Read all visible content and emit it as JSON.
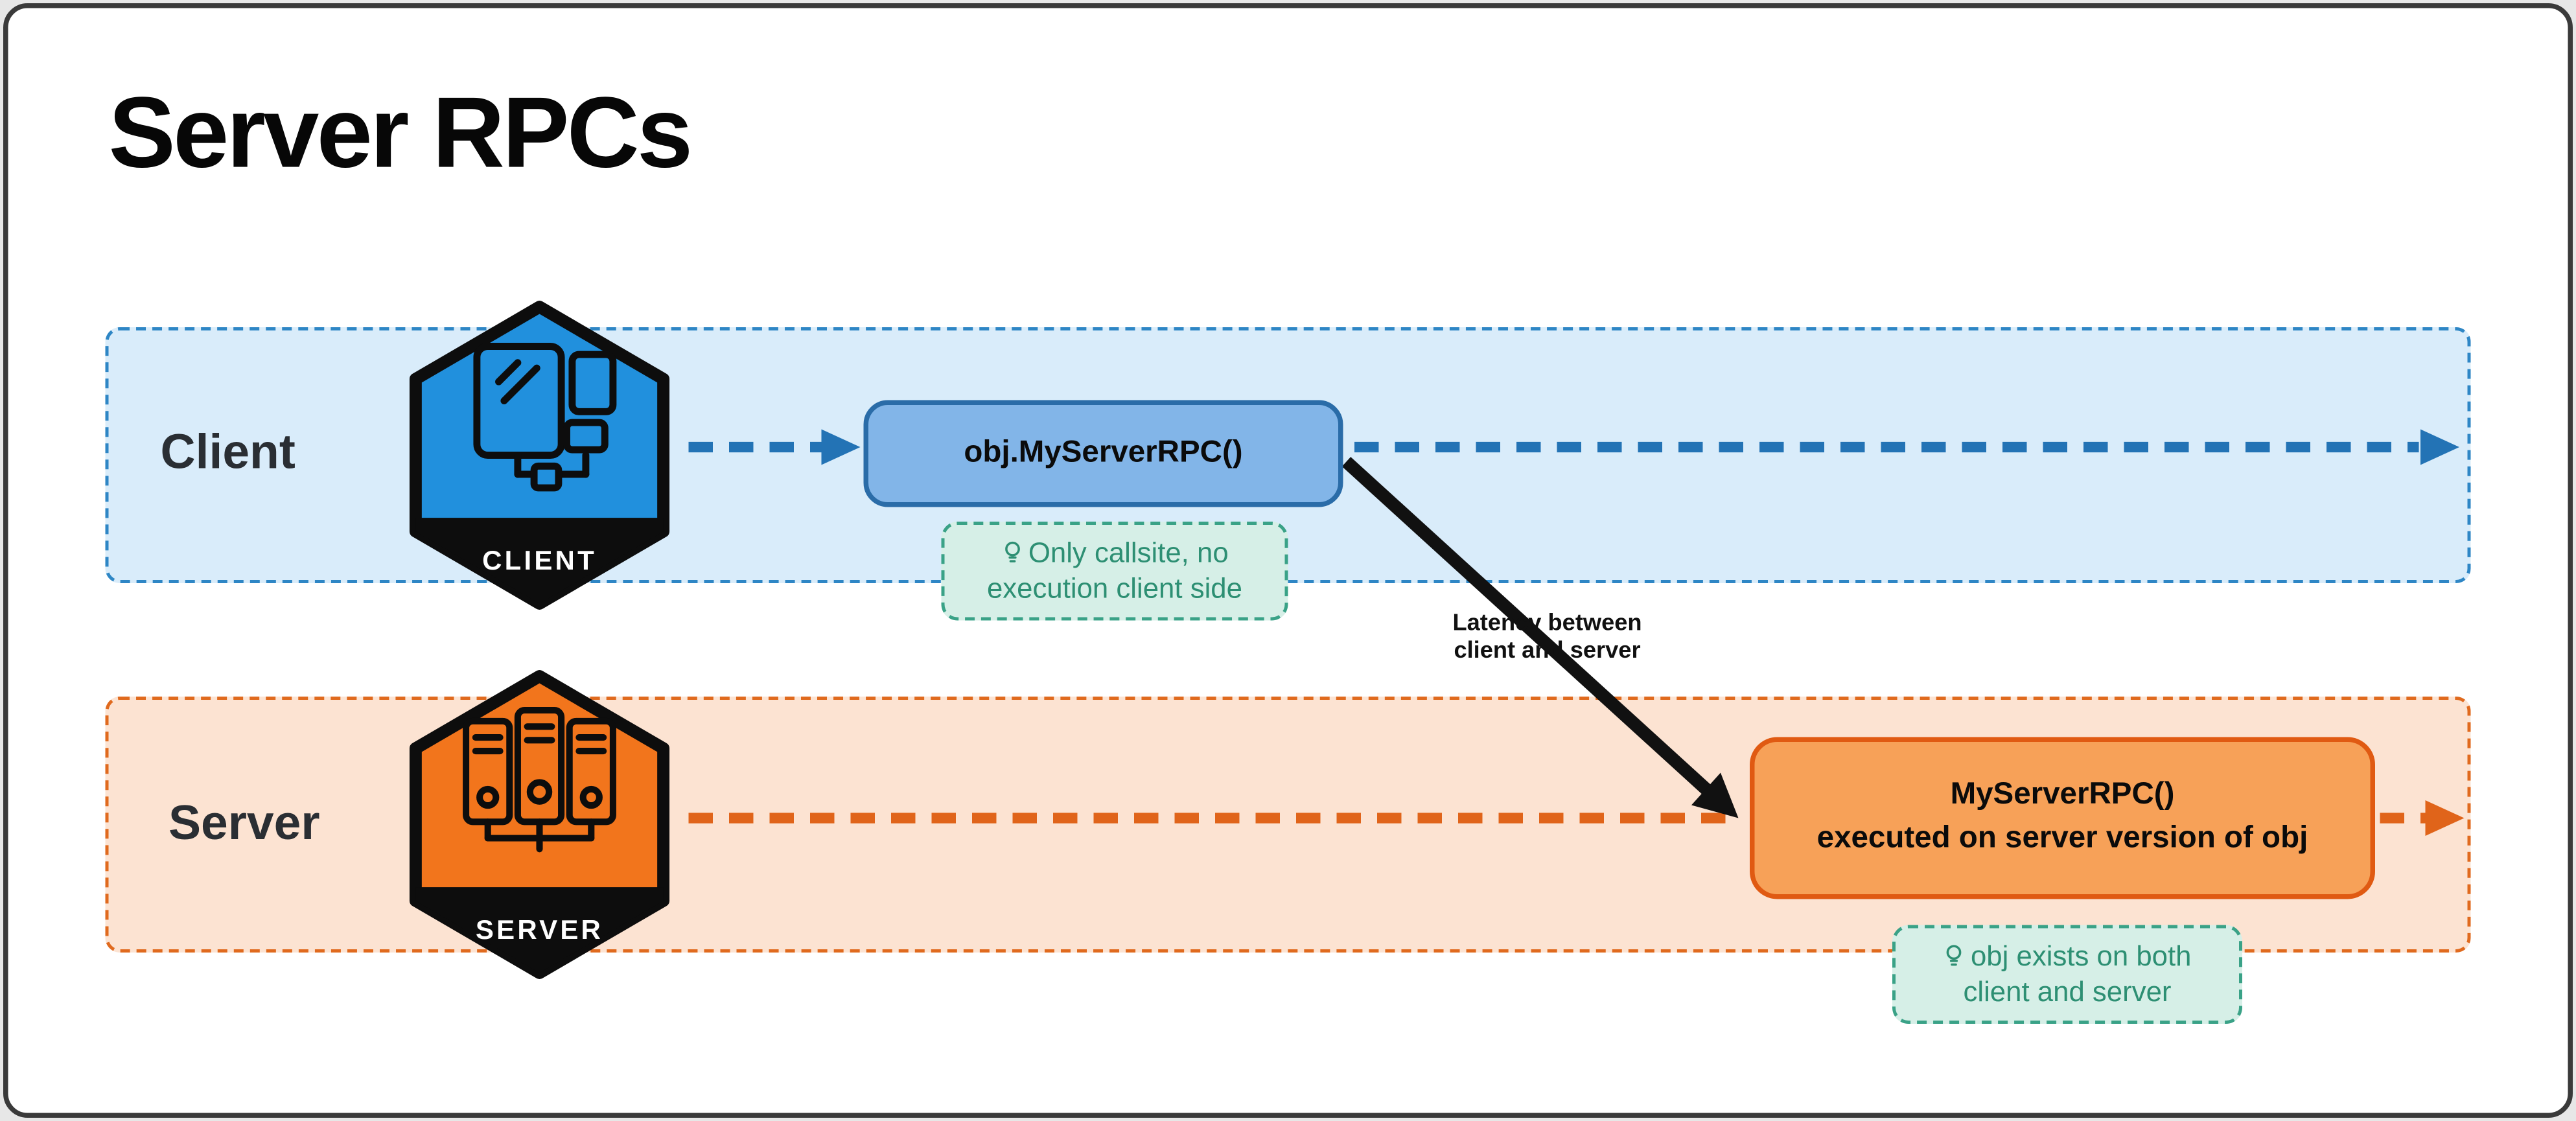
{
  "page": {
    "title": "Server RPCs"
  },
  "lanes": {
    "client": {
      "label": "Client",
      "badge": "CLIENT",
      "call_box": "obj.MyServerRPC()",
      "note_line1": "Only callsite, no",
      "note_line2": "execution client side"
    },
    "server": {
      "label": "Server",
      "badge": "SERVER",
      "exec_line1": "MyServerRPC()",
      "exec_line2": "executed on server version of obj",
      "note_line1": "obj exists on both",
      "note_line2": "client and server"
    }
  },
  "annotations": {
    "latency_line1": "Latency between",
    "latency_line2": "client and server"
  },
  "icons": {
    "client_badge": "client-devices-icon",
    "server_badge": "server-racks-icon",
    "note_icon": "bulb-icon"
  },
  "colors": {
    "client_accent": "#2e86c5",
    "client_lane_fill": "#d9ecfa",
    "client_node_fill": "#82b5e8",
    "client_hexagon": "#2190dd",
    "server_accent": "#e06a1e",
    "server_lane_fill": "#fce3d2",
    "server_node_fill": "#f7a158",
    "server_hexagon": "#f2751c",
    "note_fill": "#d6efe7",
    "note_accent": "#2d8f73",
    "latency_arrow": "#111111"
  }
}
